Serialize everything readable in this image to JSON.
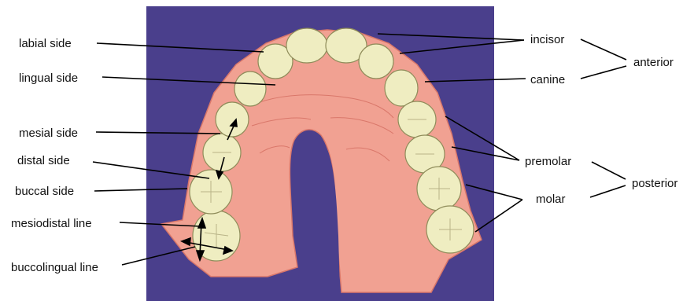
{
  "labels": {
    "labial_side": "labial side",
    "lingual_side": "lingual side",
    "mesial_side": "mesial side",
    "distal_side": "distal side",
    "buccal_side": "buccal side",
    "mesiodistal_line": "mesiodistal line",
    "buccolingual_line": "buccolingual line",
    "incisor": "incisor",
    "canine": "canine",
    "premolar": "premolar",
    "molar": "molar",
    "anterior": "anterior",
    "posterior": "posterior"
  },
  "colors": {
    "background": "#4a3f8c",
    "gum": "#f1a192",
    "gum_shade": "#d9776a",
    "tooth": "#efedc1"
  }
}
